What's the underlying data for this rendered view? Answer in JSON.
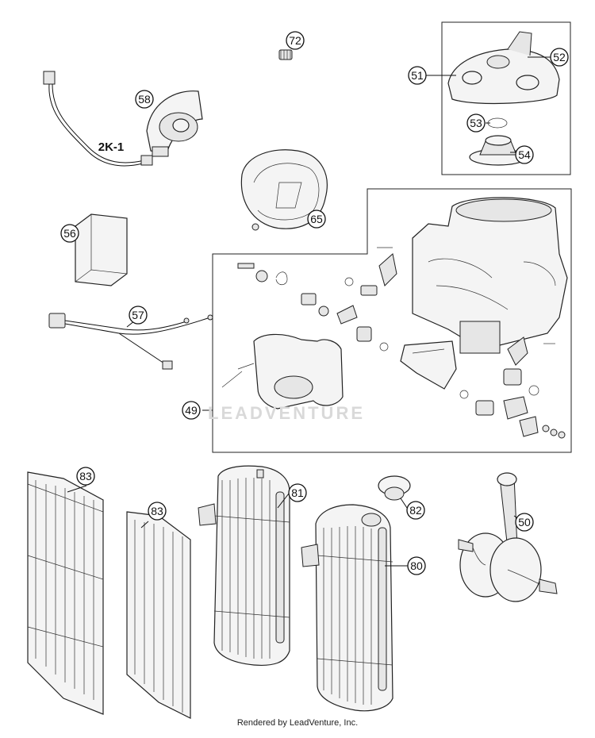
{
  "diagram": {
    "callouts": [
      "72",
      "58",
      "51",
      "52",
      "53",
      "54",
      "65",
      "56",
      "57",
      "49",
      "83",
      "81",
      "82",
      "80",
      "50"
    ],
    "label_2k1": "2K-1",
    "watermark": "LEADVENTURE"
  },
  "footer": {
    "text": "Rendered by LeadVenture, Inc."
  }
}
